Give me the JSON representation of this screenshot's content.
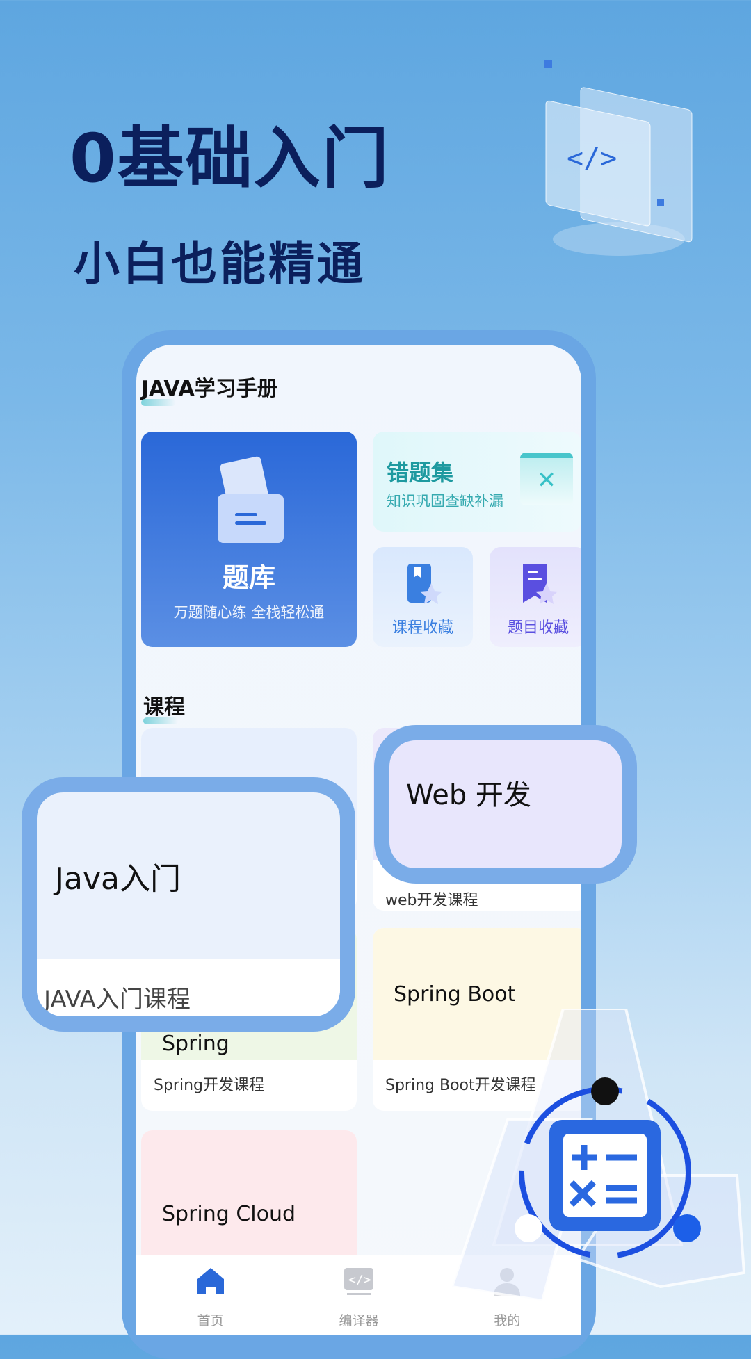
{
  "hero": {
    "title": "0基础入门",
    "subtitle": "小白也能精通"
  },
  "app": {
    "title": "JAVA学习手册"
  },
  "features": {
    "bank": {
      "title": "题库",
      "subtitle": "万题随心练 全栈轻松通"
    },
    "wrong": {
      "title": "错题集",
      "subtitle": "知识巩固查缺补漏"
    },
    "course_fav": "课程收藏",
    "question_fav": "题目收藏"
  },
  "courses": {
    "title": "课程",
    "items": [
      {
        "name": "Java入门",
        "desc": "JAVA入门课程",
        "tint": "#e7effd"
      },
      {
        "name": "Web 开发",
        "desc": "web开发课程",
        "tint": "#ebe8fb"
      },
      {
        "name": "Spring",
        "desc": "Spring开发课程",
        "tint": "#eef7e6"
      },
      {
        "name": "Spring Boot",
        "desc": "Spring Boot开发课程",
        "tint": "#fdf8e4"
      },
      {
        "name": "Spring Cloud",
        "desc": "",
        "tint": "#fde9ec"
      }
    ]
  },
  "nav": [
    {
      "label": "首页",
      "icon": "home-icon",
      "active": true
    },
    {
      "label": "编译器",
      "icon": "code-icon"
    },
    {
      "label": "我的",
      "icon": "user-icon"
    }
  ],
  "colors": {
    "accent": "#2a68d8",
    "frame": "#6aa6e4",
    "heading": "#0b1f5c"
  }
}
